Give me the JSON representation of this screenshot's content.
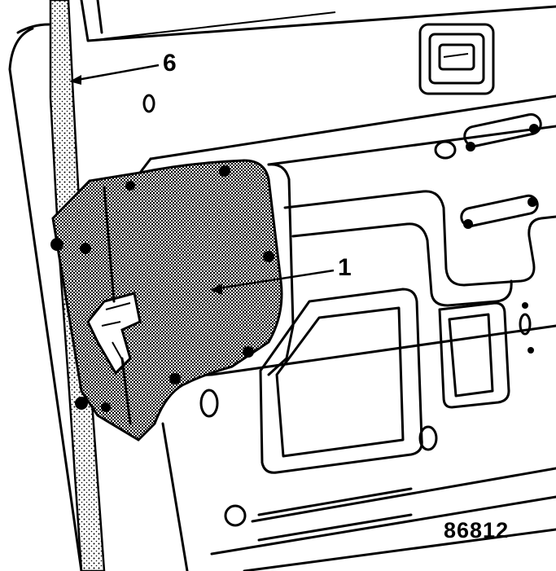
{
  "callouts": {
    "part_6": "6",
    "part_1": "1"
  },
  "figure_number": "86812"
}
